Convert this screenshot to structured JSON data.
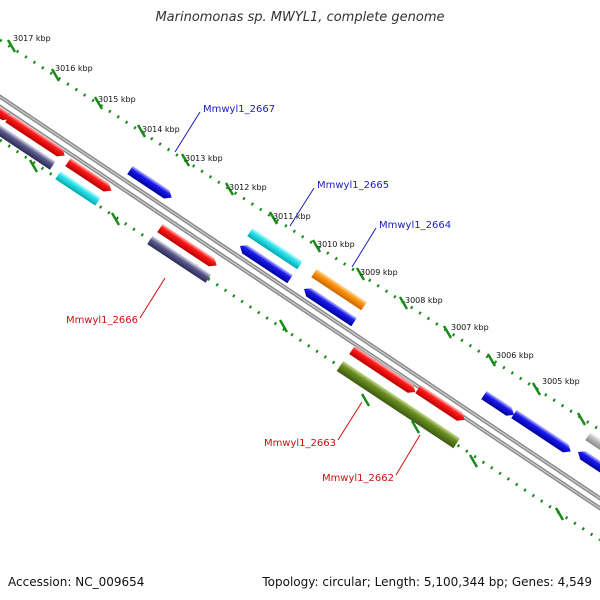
{
  "title": "Marinomonas sp. MWYL1, complete genome",
  "footer": {
    "accession": "Accession: NC_009654",
    "summary": "Topology: circular; Length: 5,100,344 bp; Genes: 4,549"
  },
  "colors": {
    "backbone": "#8c8c8c",
    "ruler": "#1a8a1a",
    "forward_label": "#1c1cbf",
    "reverse_label": "#cc1111",
    "red": "#ff1a1a",
    "blue": "#1a1aee",
    "cyan": "#33e5ee",
    "orange": "#ff9912",
    "olive": "#6b8e23",
    "slate": "#5a5a8c",
    "gray": "#c0c0c0"
  },
  "ruler_ticks": [
    {
      "label": "3017 kbp"
    },
    {
      "label": "3016 kbp"
    },
    {
      "label": "3015 kbp"
    },
    {
      "label": "3014 kbp"
    },
    {
      "label": "3013 kbp"
    },
    {
      "label": "3012 kbp"
    },
    {
      "label": "3011 kbp"
    },
    {
      "label": "3010 kbp"
    },
    {
      "label": "3009 kbp"
    },
    {
      "label": "3008 kbp"
    },
    {
      "label": "3007 kbp"
    },
    {
      "label": "3006 kbp"
    },
    {
      "label": "3005 kbp"
    }
  ],
  "gene_labels": [
    {
      "text": "Mmwyl1_2667",
      "strand": "forward"
    },
    {
      "text": "Mmwyl1_2665",
      "strand": "forward"
    },
    {
      "text": "Mmwyl1_2664",
      "strand": "forward"
    },
    {
      "text": "Mmwyl1_2666",
      "strand": "reverse"
    },
    {
      "text": "Mmwyl1_2663",
      "strand": "reverse"
    },
    {
      "text": "Mmwyl1_2662",
      "strand": "reverse"
    }
  ]
}
